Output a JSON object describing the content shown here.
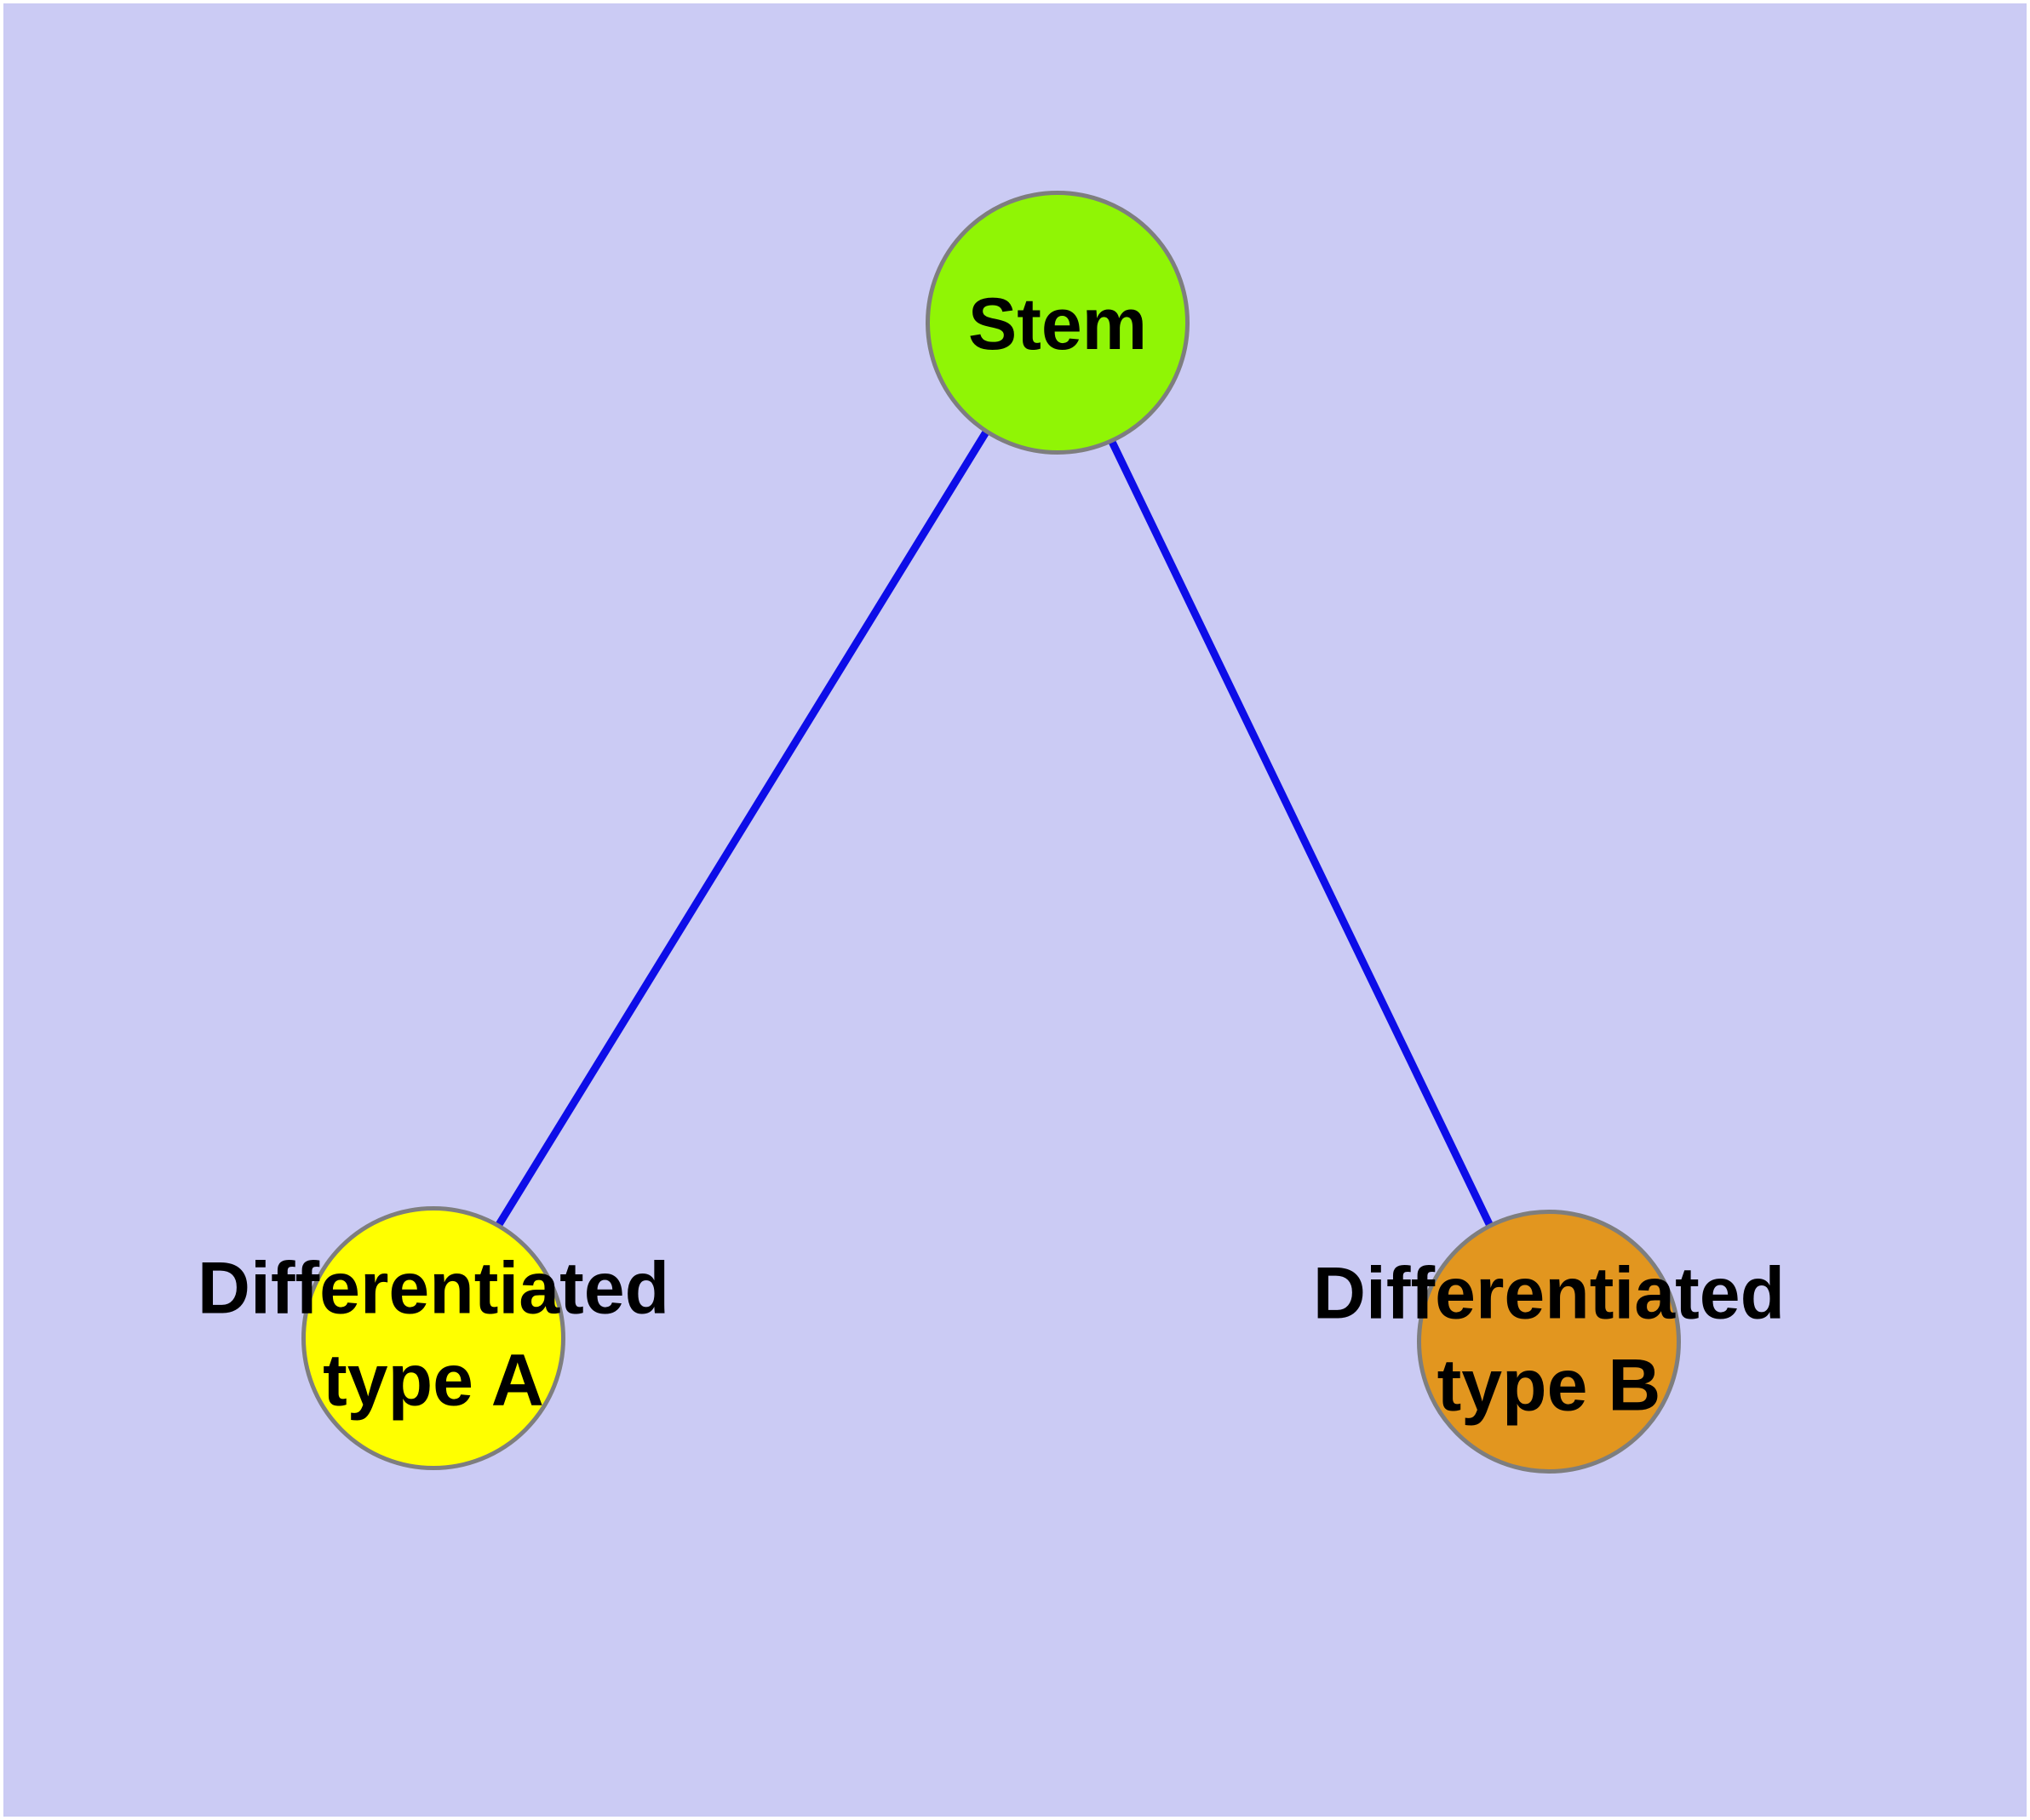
{
  "diagram": {
    "type": "node-link-graph",
    "background_color": "#cbcbf4",
    "frame_color": "#ffffff",
    "edge_color": "#0d0de8",
    "node_border_color": "#7e7e7e",
    "label_color": "#000000",
    "nodes": [
      {
        "id": "stem",
        "label": "Stem",
        "fill": "#90f505"
      },
      {
        "id": "differentiated-type-a",
        "label": "Differentiated\ntype A",
        "fill": "#ffff00"
      },
      {
        "id": "differentiated-type-b",
        "label": "Differentiated\ntype B",
        "fill": "#e2961f"
      }
    ],
    "edges": [
      {
        "from": "stem",
        "to": "differentiated-type-a"
      },
      {
        "from": "stem",
        "to": "differentiated-type-b"
      }
    ]
  }
}
